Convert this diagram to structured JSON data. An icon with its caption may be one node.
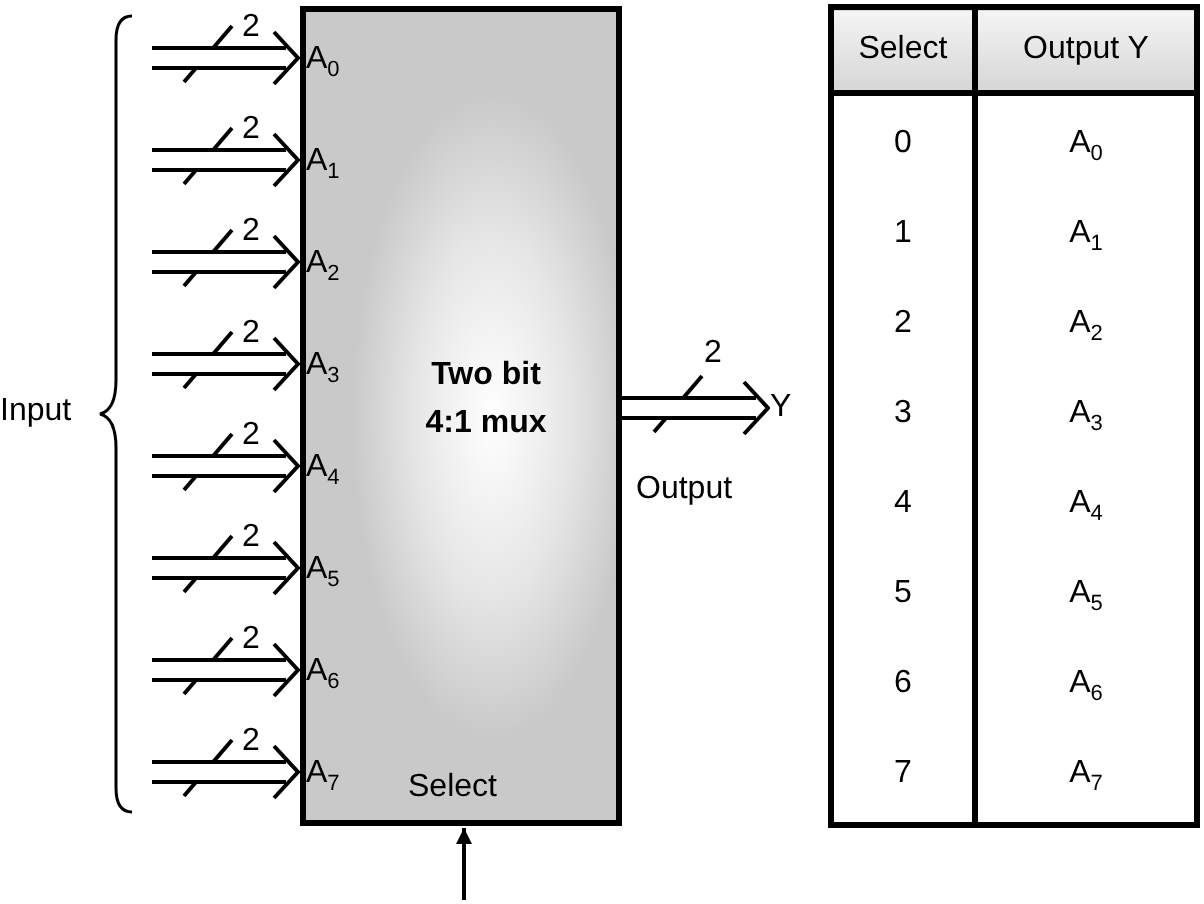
{
  "diagram": {
    "nodes": [
      {
        "text": [
          "Two bit 4:1 mux"
        ]
      },
      {
        "text": [
          "Y"
        ]
      }
    ],
    "edges": [
      {
        "from": null,
        "to": 0,
        "arrow": "to",
        "label": "2"
      },
      {
        "from": null,
        "to": 0,
        "arrow": "to",
        "label": "2"
      },
      {
        "from": null,
        "to": 0,
        "arrow": "to",
        "label": "2"
      },
      {
        "from": null,
        "to": 0,
        "arrow": "to",
        "label": "2"
      },
      {
        "from": null,
        "to": 0,
        "arrow": "to",
        "label": "2"
      },
      {
        "from": null,
        "to": 0,
        "arrow": "to",
        "label": "2"
      },
      {
        "from": null,
        "to": 0,
        "arrow": "to",
        "label": "2"
      },
      {
        "from": null,
        "to": 0,
        "arrow": "to",
        "label": "2"
      },
      {
        "from": 0,
        "to": 1,
        "arrow": "to",
        "label": "2"
      },
      {
        "from": null,
        "to": 0,
        "arrow": "to"
      }
    ],
    "labels": [
      "Input",
      "A$_{0}$",
      "A$_{1}$",
      "A$_{2}$",
      "A$_{3}$",
      "A$_{4}$",
      "A$_{5}$",
      "A$_{6}$",
      "A$_{7}$",
      "Select",
      "Output",
      "Select",
      "Output Y",
      "0",
      "A$_{0}$",
      "1",
      "A$_{1}$",
      "2",
      "A$_{2}$",
      "3",
      "A$_{3}$",
      "4",
      "A$_{4}$",
      "5",
      "A$_{5}$",
      "6",
      "A$_{6}$",
      "7",
      "A$_{7}$"
    ]
  }
}
